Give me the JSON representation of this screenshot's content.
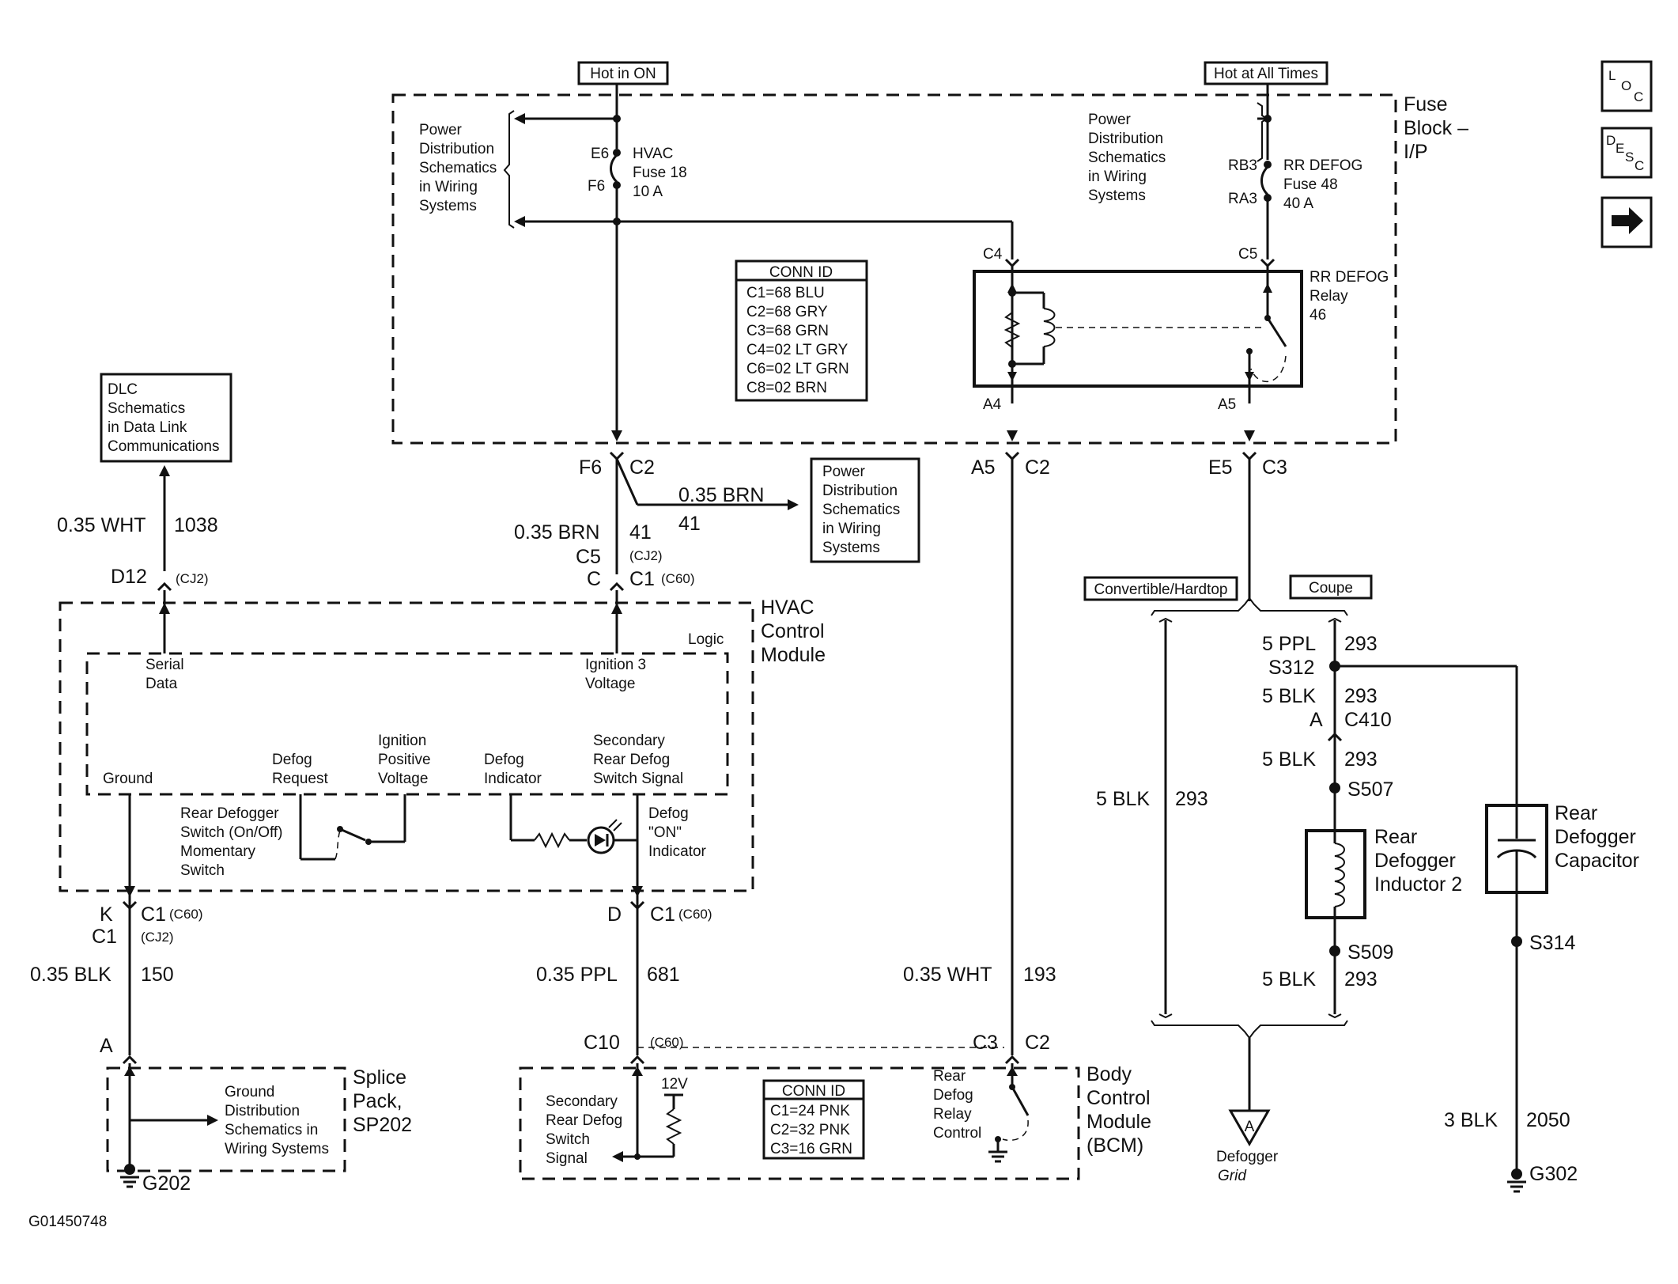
{
  "nav": {
    "loc": {
      "l": "L",
      "o": "O",
      "c": "C"
    },
    "desc": {
      "d": "D",
      "e": "E",
      "s": "S",
      "c": "C"
    },
    "next_icon": "right-arrow-icon"
  },
  "power": {
    "hot_in_on": "Hot in ON",
    "hot_at_all_times": "Hot at All Times"
  },
  "fuse_block": {
    "title": [
      "Fuse",
      "Block –",
      "I/P"
    ],
    "pds_left": [
      "Power",
      "Distribution",
      "Schematics",
      "in Wiring",
      "Systems"
    ],
    "pds_right": [
      "Power",
      "Distribution",
      "Schematics",
      "in Wiring",
      "Systems"
    ],
    "hvac_fuse": {
      "top_pin": "E6",
      "bottom_pin": "F6",
      "label": [
        "HVAC",
        "Fuse 18",
        "10 A"
      ]
    },
    "defog_fuse": {
      "top_pin": "RB3",
      "bottom_pin": "RA3",
      "label": [
        "RR DEFOG",
        "Fuse 48",
        "40 A"
      ]
    },
    "relay": {
      "label": [
        "RR DEFOG",
        "Relay",
        "46"
      ],
      "pin_c4": "C4",
      "pin_c5": "C5",
      "pin_a4": "A4",
      "pin_a5": "A5"
    },
    "conn_id": {
      "title": "CONN ID",
      "rows": [
        "C1=68 BLU",
        "C2=68 GRY",
        "C3=68 GRN",
        "C4=02 LT GRY",
        "C6=02 LT GRN",
        "C8=02 BRN"
      ]
    }
  },
  "connectors": {
    "f6": "F6",
    "c2a": "C2",
    "a5": "A5",
    "c2b": "C2",
    "e5": "E5",
    "c3": "C3"
  },
  "dlc": {
    "box": [
      "DLC",
      "Schematics",
      "in Data Link",
      "Communications"
    ],
    "wire_size": "0.35 WHT",
    "circuit": "1038",
    "pin": "D12",
    "conn": "(CJ2)"
  },
  "pds_mid": {
    "box": [
      "Power",
      "Distribution",
      "Schematics",
      "in Wiring",
      "Systems"
    ],
    "wire_size": "0.35 BRN",
    "circuit": "41"
  },
  "ignition_wire": {
    "wire_size": "0.35 BRN",
    "circuit": "41",
    "pin1": "C5",
    "conn1": "(CJ2)",
    "pin2": "C",
    "pin3": "C1",
    "conn2": "(C60)"
  },
  "hvac": {
    "title": [
      "HVAC",
      "Control",
      "Module"
    ],
    "logic": "Logic",
    "serial_data": [
      "Serial",
      "Data"
    ],
    "ignition3": [
      "Ignition 3",
      "Voltage"
    ],
    "ground": "Ground",
    "defog_request": [
      "Defog",
      "Request"
    ],
    "ign_positive": [
      "Ignition",
      "Positive",
      "Voltage"
    ],
    "defog_indicator": [
      "Defog",
      "Indicator"
    ],
    "secondary_signal": [
      "Secondary",
      "Rear Defog",
      "Switch Signal"
    ],
    "switch_label": [
      "Rear Defogger",
      "Switch (On/Off)",
      "Momentary",
      "Switch"
    ],
    "indicator_label": [
      "Defog",
      "\"ON\"",
      "Indicator"
    ]
  },
  "ground_wire": {
    "pin_k": "K",
    "c1": "C1",
    "c60": "(C60)",
    "pin_c1": "C1",
    "cj2": "(CJ2)",
    "wire_size": "0.35 BLK",
    "circuit": "150",
    "pin_a": "A"
  },
  "splice_pack": {
    "title": [
      "Splice",
      "Pack,",
      "SP202"
    ],
    "gds": [
      "Ground",
      "Distribution",
      "Schematics in",
      "Wiring Systems"
    ],
    "ground": "G202"
  },
  "ppl_wire": {
    "pin_d": "D",
    "c1": "C1",
    "c60": "(C60)",
    "wire_size": "0.35 PPL",
    "circuit": "681",
    "pin_c10": "C10",
    "c60b": "(C60)"
  },
  "wht_wire": {
    "wire_size": "0.35 WHT",
    "circuit": "193",
    "pin_c3": "C3",
    "c2": "C2"
  },
  "bcm": {
    "title": [
      "Body",
      "Control",
      "Module",
      "(BCM)"
    ],
    "secondary_signal": [
      "Secondary",
      "Rear Defog",
      "Switch",
      "Signal"
    ],
    "volts": "12V",
    "relay_control": [
      "Rear",
      "Defog",
      "Relay",
      "Control"
    ],
    "conn_id": {
      "title": "CONN ID",
      "rows": [
        "C1=24 PNK",
        "C2=32 PNK",
        "C3=16 GRN"
      ]
    }
  },
  "right_side": {
    "convertible": "Convertible/Hardtop",
    "coupe": "Coupe",
    "blk_left": "5 BLK",
    "blk_left_circuit": "293",
    "ppl": "5 PPL",
    "ppl_circuit": "293",
    "s312": "S312",
    "blk1": "5 BLK",
    "blk1_circuit": "293",
    "pin_a": "A",
    "c410": "C410",
    "blk2": "5 BLK",
    "blk2_circuit": "293",
    "s507": "S507",
    "inductor": [
      "Rear",
      "Defogger",
      "Inductor 2"
    ],
    "s509": "S509",
    "blk3": "5 BLK",
    "blk3_circuit": "293",
    "capacitor": [
      "Rear",
      "Defogger",
      "Capacitor"
    ],
    "s314": "S314",
    "blk4": "3 BLK",
    "blk4_circuit": "2050",
    "ground": "G302",
    "grid_symbol": "A",
    "grid_label": [
      "Defogger",
      "Grid"
    ]
  },
  "figure_id": "G01450748"
}
